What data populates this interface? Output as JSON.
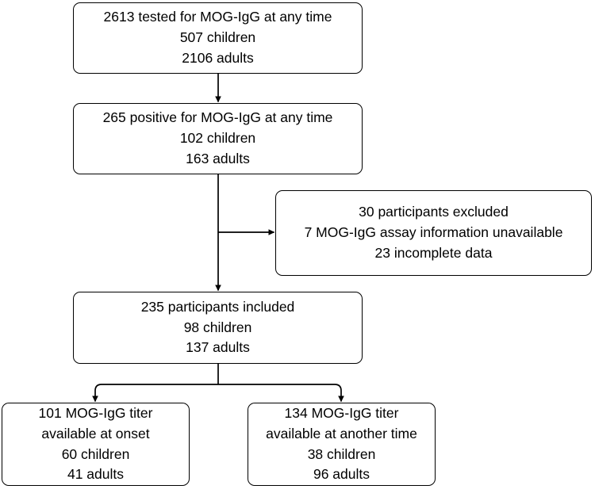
{
  "figure": {
    "type": "flowchart",
    "orientation": "top-down",
    "stroke_color": "#000000",
    "background_color": "#ffffff"
  },
  "nodes": {
    "tested": {
      "lines": [
        "2613 tested for MOG-IgG at any time",
        "507 children",
        "2106 adults"
      ]
    },
    "positive": {
      "lines": [
        "265 positive for MOG-IgG at any time",
        "102 children",
        "163 adults"
      ]
    },
    "excluded": {
      "lines": [
        "30 participants excluded",
        "7 MOG-IgG assay information unavailable",
        "23 incomplete data"
      ]
    },
    "included": {
      "lines": [
        "235 participants included",
        "98 children",
        "137 adults"
      ]
    },
    "titer_onset": {
      "lines": [
        "101 MOG-IgG titer",
        "available at onset",
        "60 children",
        "41 adults"
      ]
    },
    "titer_another": {
      "lines": [
        "134 MOG-IgG titer",
        "available at another time",
        "38 children",
        "96 adults"
      ]
    }
  },
  "edges": [
    {
      "name": "tested-to-positive",
      "from": "tested",
      "to": "positive",
      "arrow": true
    },
    {
      "name": "positive-to-excluded",
      "from": "positive",
      "to": "excluded",
      "arrow": true
    },
    {
      "name": "positive-to-included",
      "from": "positive",
      "to": "included",
      "arrow": true
    },
    {
      "name": "included-to-titer-onset",
      "from": "included",
      "to": "titer_onset",
      "arrow": true
    },
    {
      "name": "included-to-titer-another",
      "from": "included",
      "to": "titer_another",
      "arrow": true
    }
  ]
}
